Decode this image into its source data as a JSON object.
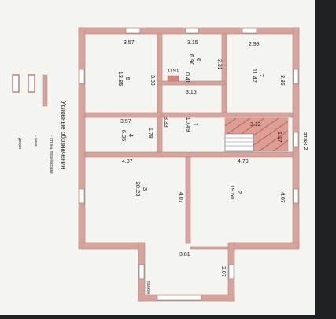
{
  "plan": {
    "floor_label": "этаж 2",
    "rooms": [
      {
        "number": "1",
        "area": "10.49"
      },
      {
        "number": "2",
        "area": "19.50"
      },
      {
        "number": "3",
        "area": "20.23"
      },
      {
        "number": "4",
        "area": "6.35"
      },
      {
        "number": "5",
        "area": "13.85"
      },
      {
        "number": "6",
        "area": "6.90"
      },
      {
        "number": "7",
        "area": "11.47"
      }
    ],
    "dimensions": {
      "r5_top": "3.57",
      "r6_top": "3.15",
      "r7_top": "2.98",
      "r5_side": "3.88",
      "r6_side": "2.31",
      "r7_side": "3.85",
      "r6_inner_a": "0.91",
      "r6_inner_b": "0.41",
      "r1_top": "3.15",
      "r4_top": "3.57",
      "r4_side": "1.78",
      "r1_side": "3.33",
      "stair_top": "3.12",
      "stair_side": "1.17",
      "r3_top": "4.97",
      "r2_top": "4.79",
      "r3_side": "4.07",
      "r2_side": "4.07",
      "bay_top": "3.81",
      "bay_side": "2.07",
      "balcony": "балкон"
    }
  },
  "legend": {
    "title": "Условные обозначения",
    "items": [
      "- стены, перегородки",
      "- окна",
      "- двери"
    ]
  },
  "colors": {
    "wall": "#d6a49c",
    "paper": "#f4f4f0",
    "background": "#1f2125",
    "stair": "#d4867a"
  }
}
